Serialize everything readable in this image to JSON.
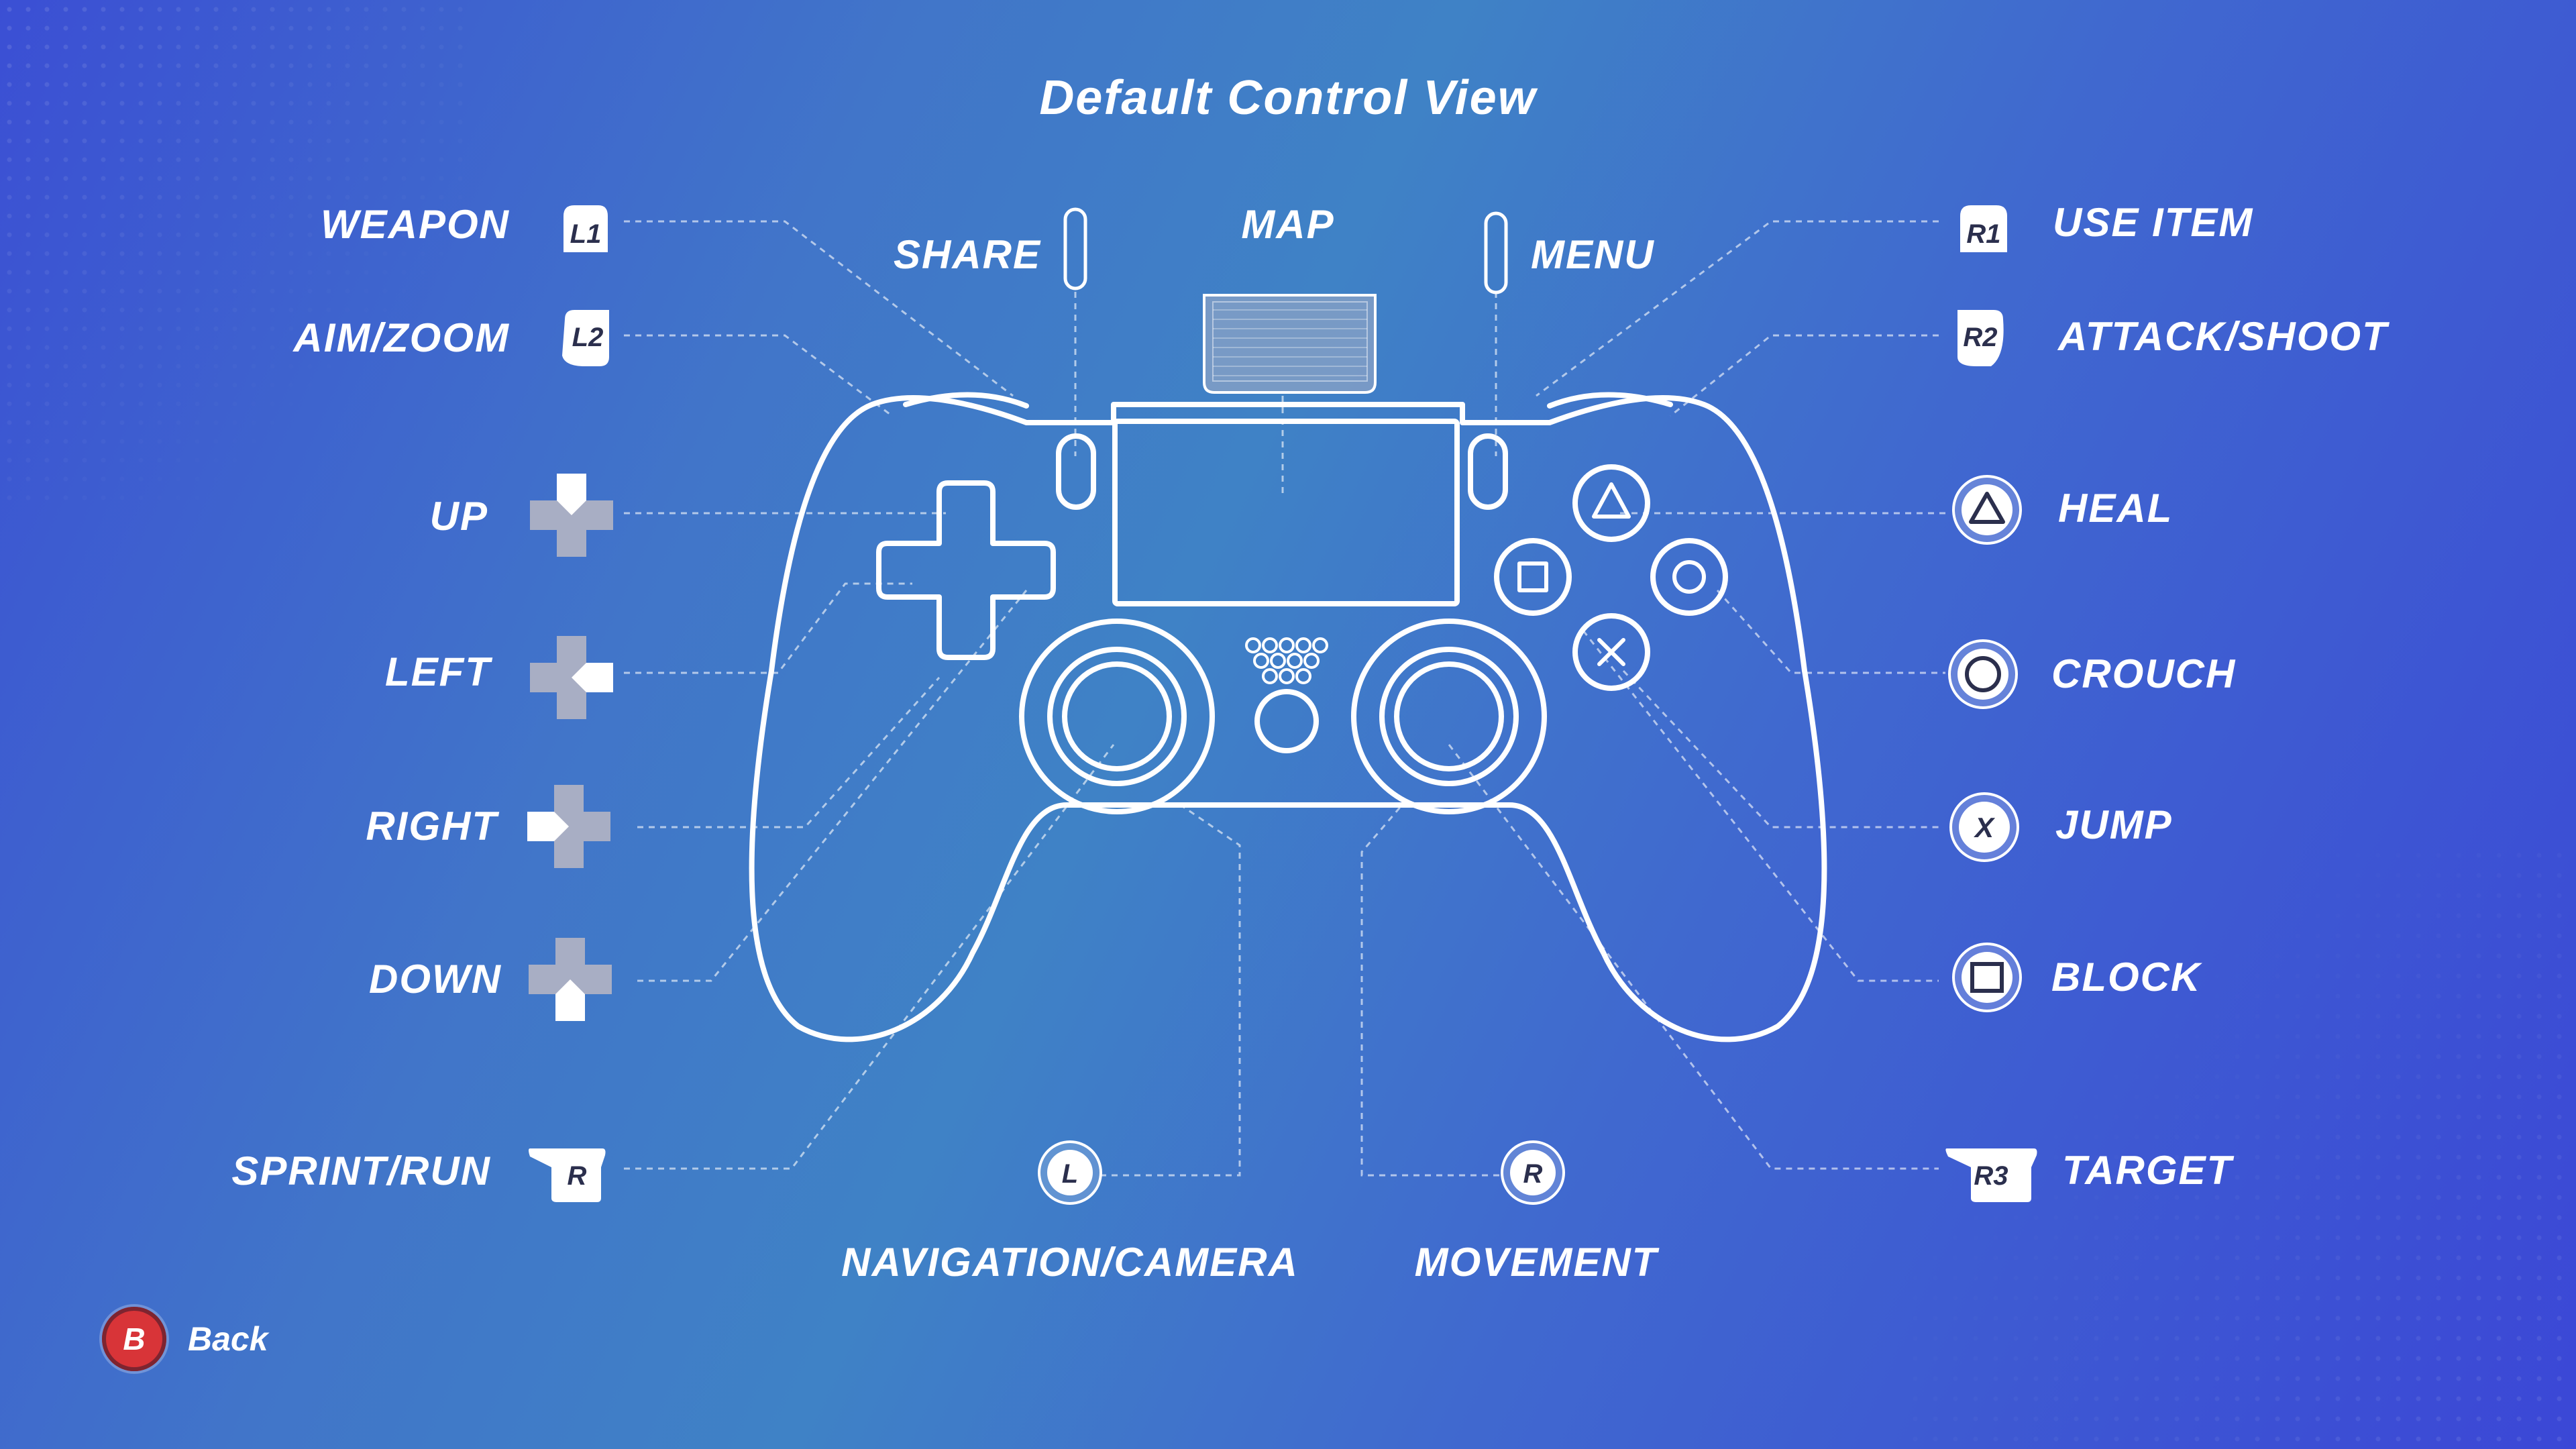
{
  "screen_title": "Default Control View",
  "colors": {
    "line": "#ffffff",
    "icon_fill": "#ffffff",
    "icon_muted": "#a8aec4",
    "back_red": "#d83438"
  },
  "mappings": {
    "weapon": {
      "label": "WEAPON",
      "button": "L1"
    },
    "aim_zoom": {
      "label": "AIM/ZOOM",
      "button": "L2"
    },
    "up": {
      "label": "UP",
      "icon": "dpad-up-icon"
    },
    "left": {
      "label": "LEFT",
      "icon": "dpad-left-icon"
    },
    "right": {
      "label": "RIGHT",
      "icon": "dpad-right-icon"
    },
    "down": {
      "label": "DOWN",
      "icon": "dpad-down-icon"
    },
    "sprint_run": {
      "label": "SPRINT/RUN",
      "button": "R"
    },
    "share": {
      "label": "SHARE"
    },
    "map": {
      "label": "MAP"
    },
    "menu": {
      "label": "MENU"
    },
    "navigation_camera": {
      "label": "NAVIGATION/CAMERA",
      "button": "L"
    },
    "movement": {
      "label": "MOVEMENT",
      "button": "R"
    },
    "use_item": {
      "label": "USE ITEM",
      "button": "R1"
    },
    "attack_shoot": {
      "label": "ATTACK/SHOOT",
      "button": "R2"
    },
    "heal": {
      "label": "HEAL",
      "icon": "triangle-icon"
    },
    "crouch": {
      "label": "CROUCH",
      "icon": "circle-icon"
    },
    "jump": {
      "label": "JUMP",
      "button": "X"
    },
    "block": {
      "label": "BLOCK",
      "icon": "square-icon"
    },
    "target": {
      "label": "TARGET",
      "button": "R3"
    }
  },
  "back": {
    "button": "B",
    "label": "Back"
  }
}
